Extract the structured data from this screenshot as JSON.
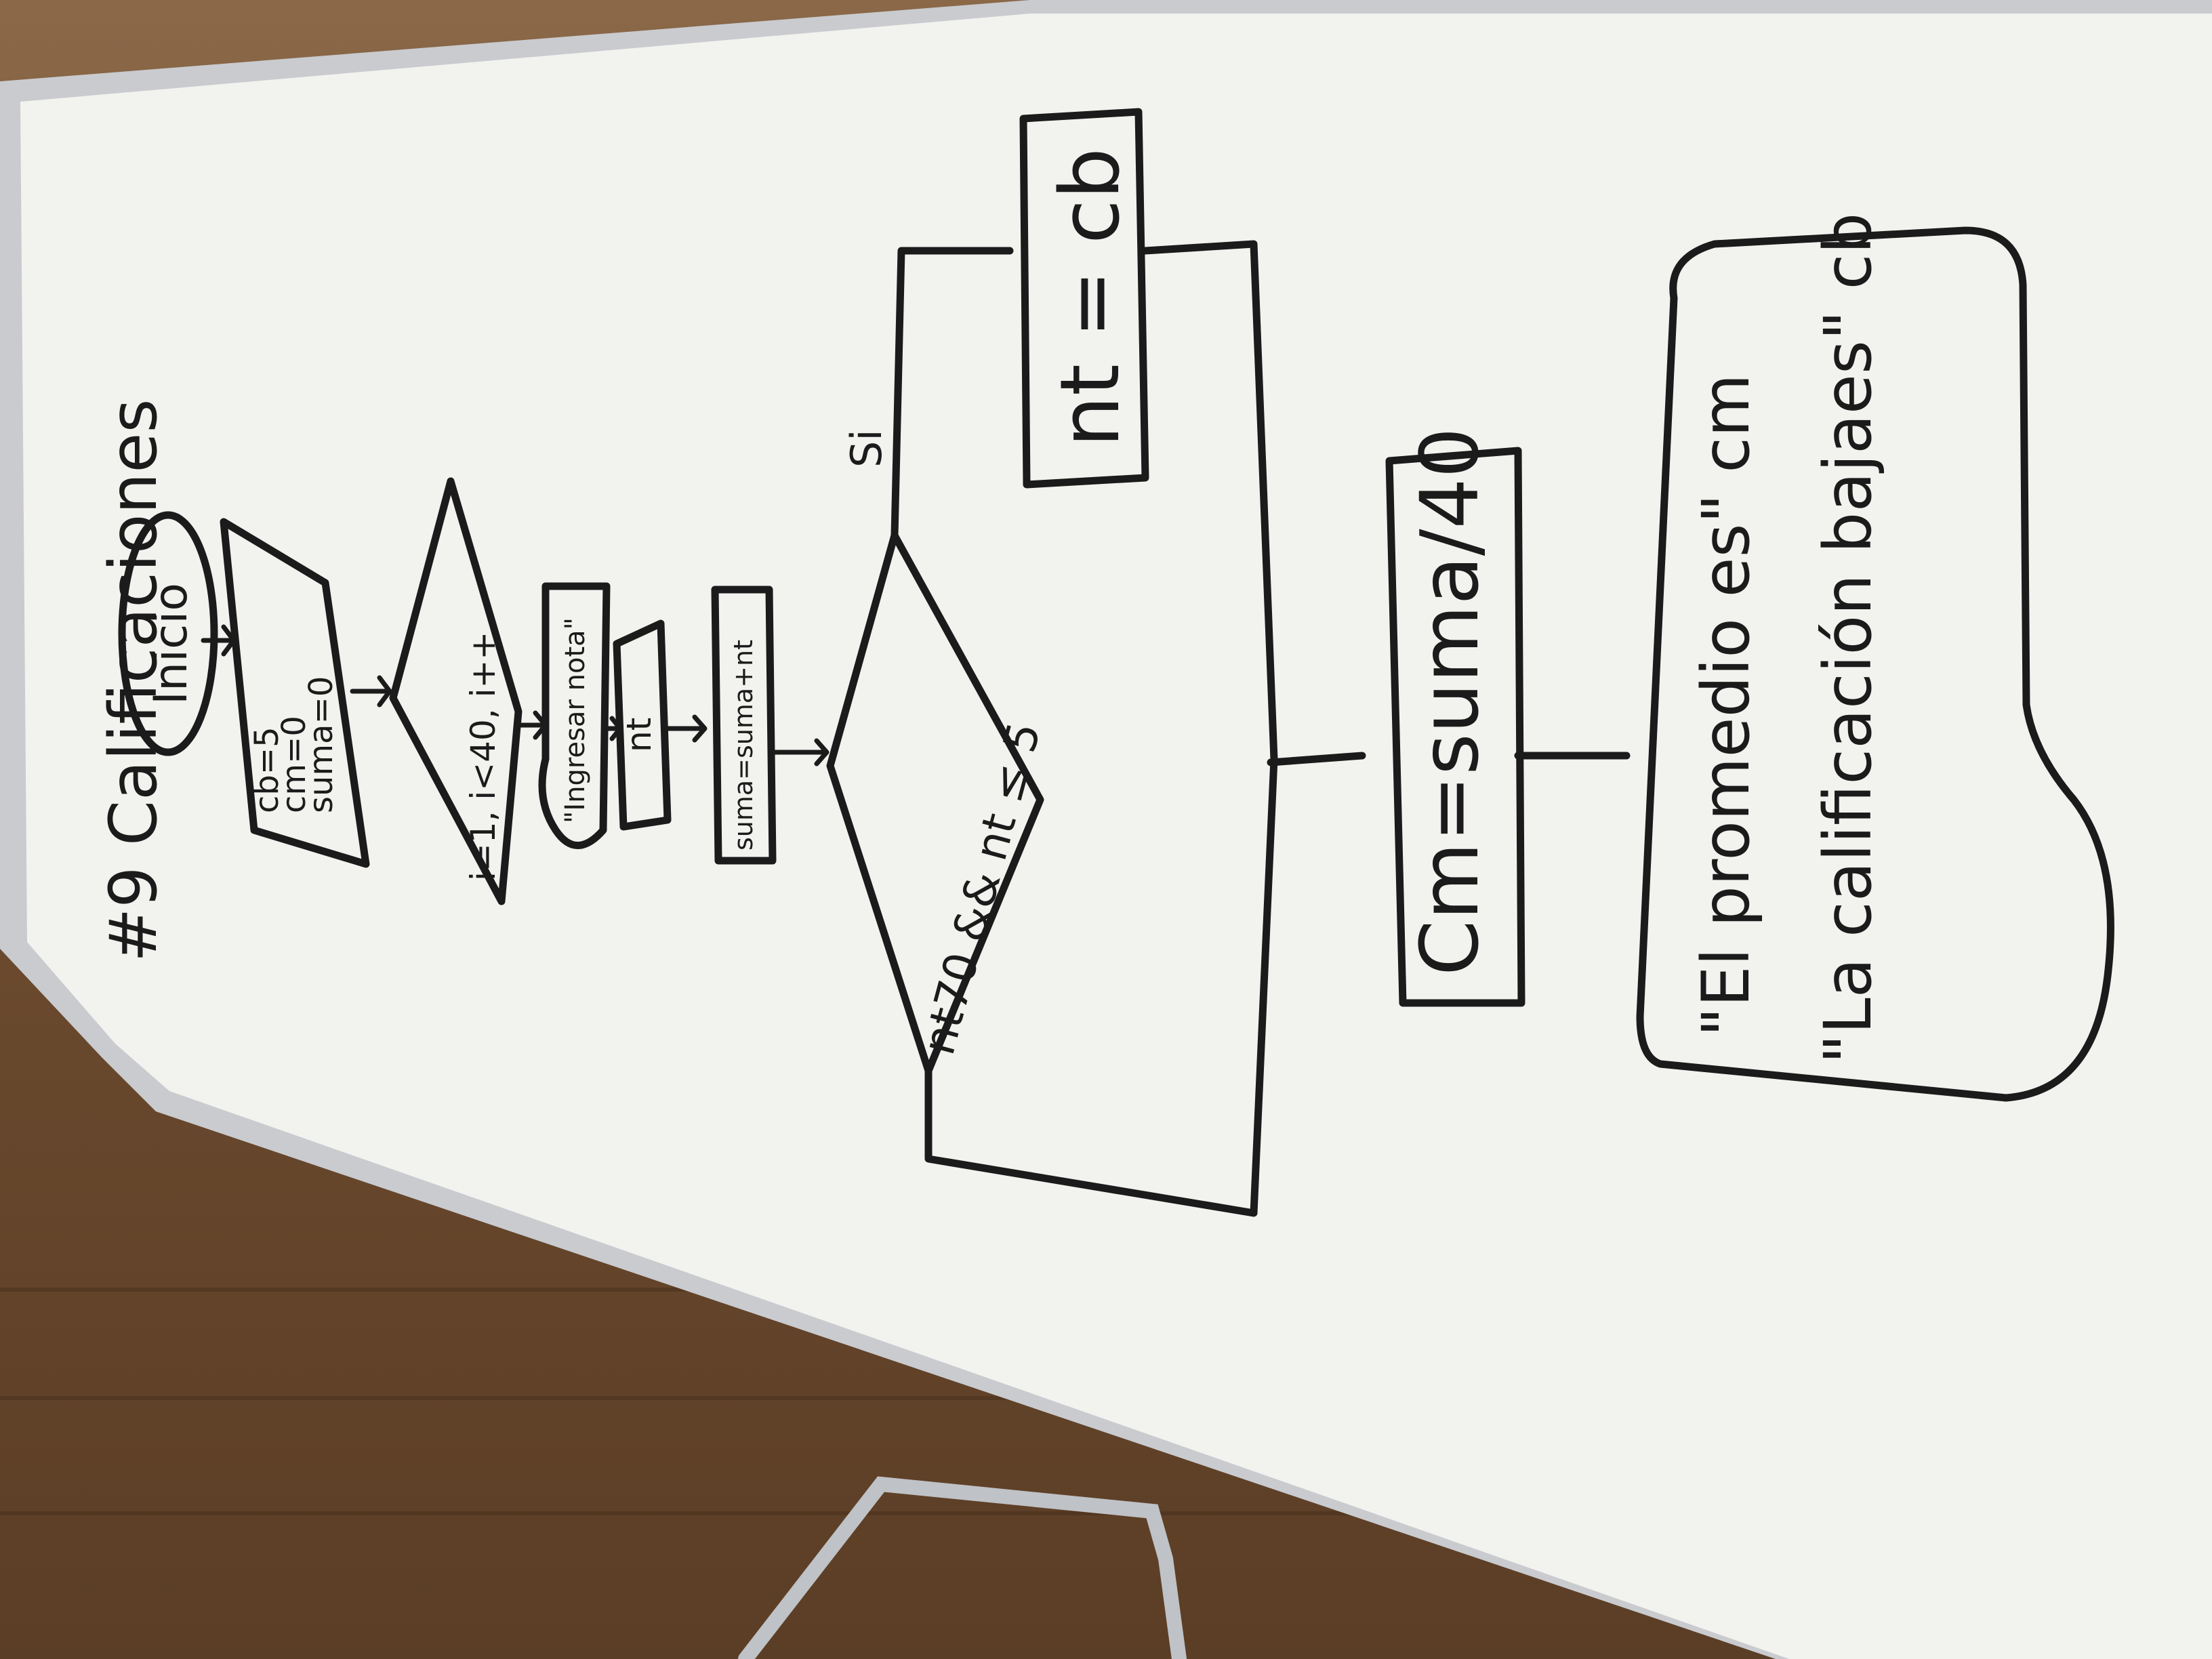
{
  "board": {
    "title": "#9 Calificaciones",
    "colors": {
      "board": "#f2f2ef",
      "frame": "#c9cbcf",
      "ink": "#1b1b1b",
      "floor": "#7a5a3c"
    }
  },
  "flowchart": {
    "start": "Inicio",
    "init": [
      "cb=5",
      "cm=0",
      "suma=0"
    ],
    "loop": "i=1, i<40, i++",
    "prompt": "\"Ingresar nota\"",
    "input": "nt",
    "accumulate": "suma=suma+nt",
    "condition": "nt70 && nt ≤ 5",
    "yes_label": "Si",
    "assign": "nt = cb",
    "average": "Cm=suma/40",
    "output_line1": "\"El promedio es\" cm",
    "output_line2": "\"La calificación bajaes\" cb"
  }
}
